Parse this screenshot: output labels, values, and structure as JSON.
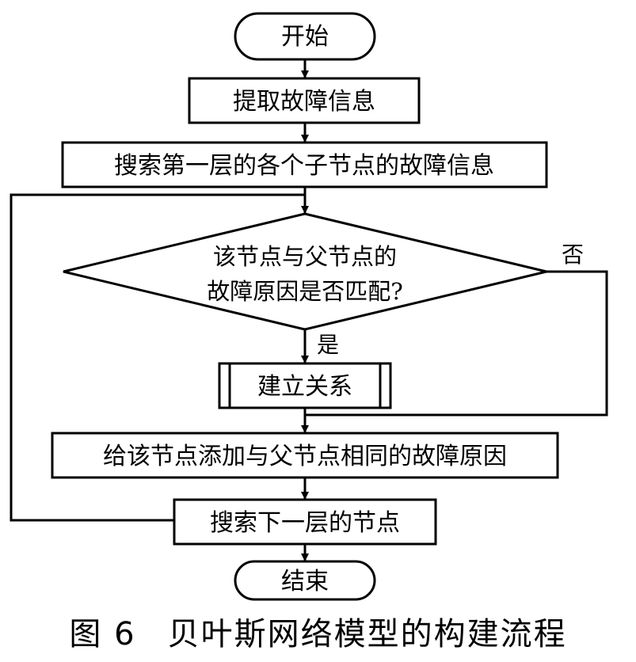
{
  "nodes": {
    "start": "开始",
    "extract": "提取故障信息",
    "search_first": "搜索第一层的各个子节点的故障信息",
    "decision_line1": "该节点与父节点的",
    "decision_line2": "故障原因是否匹配?",
    "build": "建立关系",
    "add_cause": "给该节点添加与父节点相同的故障原因",
    "search_next": "搜索下一层的节点",
    "end": "结束"
  },
  "edge_labels": {
    "yes": "是",
    "no": "否"
  },
  "caption": {
    "figure_number": "图 6",
    "title": "贝叶斯网络模型的构建流程"
  }
}
